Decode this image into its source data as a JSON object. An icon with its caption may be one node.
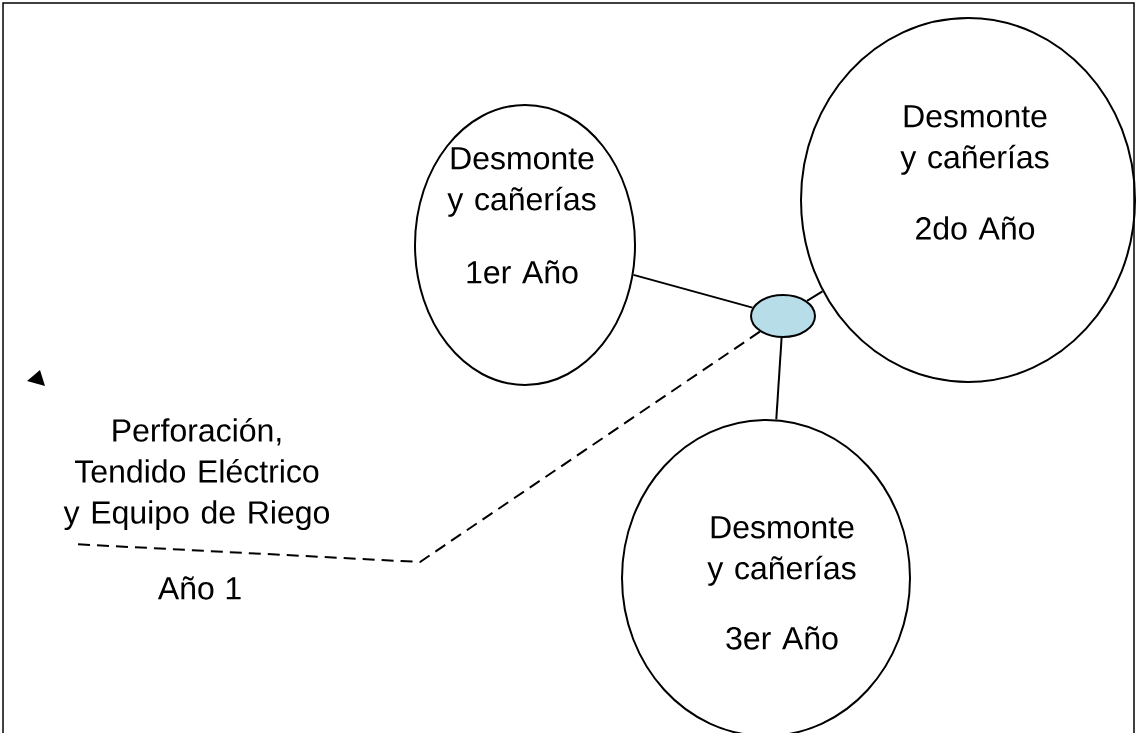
{
  "diagram": {
    "nodes": [
      {
        "text": [
          "Desmonte y cañerías",
          "1er Año"
        ]
      },
      {
        "text": [
          "Desmonte y cañerías",
          "2do Año"
        ]
      },
      {
        "text": [
          "Desmonte y cañerías",
          "3er Año"
        ]
      },
      {
        "text": [],
        "shape": "ellipse"
      },
      {
        "text": [
          "Perforación, Tendido Eléctrico y Equipo de Riego"
        ],
        "beside": [
          "Año 1"
        ]
      }
    ],
    "edges": [
      {
        "from": 3,
        "to": 0,
        "arrow": "none"
      },
      {
        "from": 3,
        "to": 1,
        "arrow": "none"
      },
      {
        "from": 3,
        "to": 2,
        "arrow": "none"
      },
      {
        "from": 3,
        "to": 4,
        "arrow": "none",
        "style": "dashed"
      }
    ]
  }
}
